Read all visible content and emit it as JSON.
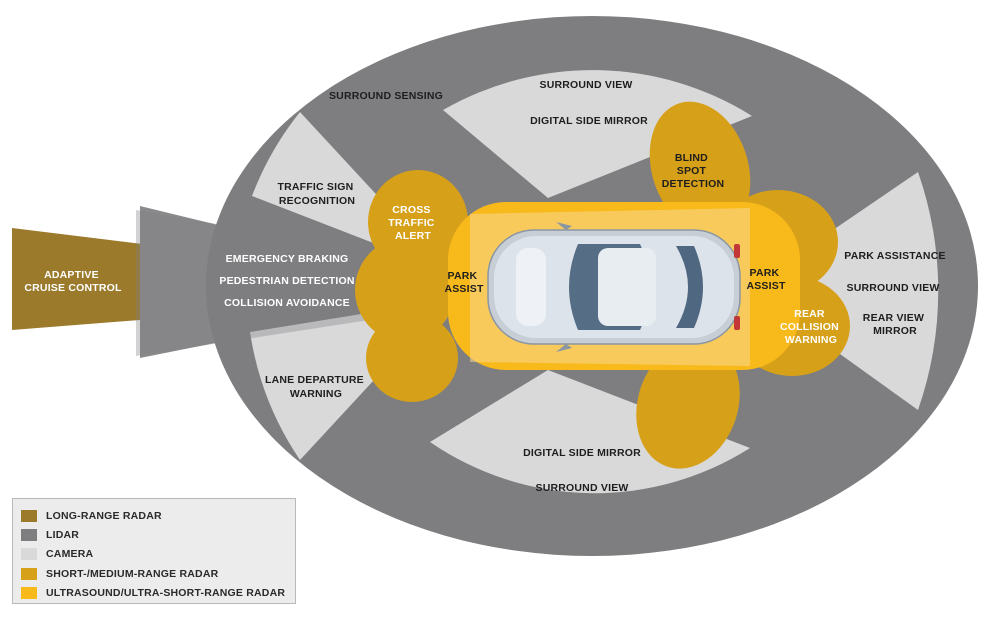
{
  "colors": {
    "long_range_radar": "#9c7a2c",
    "lidar": "#7e7e80",
    "camera": "#d9d9da",
    "short_medium_range_radar": "#d7a019",
    "ultrasound_ultra_short_range_radar": "#f8b91b"
  },
  "labels": {
    "surround_sensing": "SURROUND SENSING",
    "surround_view_top": "SURROUND VIEW",
    "digital_side_mirror_top": "DIGITAL SIDE MIRROR",
    "blind_spot_detection": [
      "BLIND",
      "SPOT",
      "DETECTION"
    ],
    "traffic_sign_recognition": [
      "TRAFFIC SIGN",
      "RECOGNITION"
    ],
    "cross_traffic_alert": [
      "CROSS",
      "TRAFFIC",
      "ALERT"
    ],
    "adaptive_cruise_control": [
      "ADAPTIVE",
      "CRUISE CONTROL"
    ],
    "emergency_braking": "EMERGENCY BRAKING",
    "pedestrian_detection": "PEDESTRIAN DETECTION",
    "collision_avoidance": "COLLISION AVOIDANCE",
    "park_assist_front": [
      "PARK",
      "ASSIST"
    ],
    "park_assist_rear": [
      "PARK",
      "ASSIST"
    ],
    "park_assistance": "PARK ASSISTANCE",
    "surround_view_right": "SURROUND VIEW",
    "rear_view_mirror": [
      "REAR VIEW",
      "MIRROR"
    ],
    "rear_collision_warning": [
      "REAR",
      "COLLISION",
      "WARNING"
    ],
    "lane_departure_warning": [
      "LANE DEPARTURE",
      "WARNING"
    ],
    "digital_side_mirror_bottom": "DIGITAL SIDE MIRROR",
    "surround_view_bottom": "SURROUND VIEW"
  },
  "legend": [
    {
      "label": "LONG-RANGE RADAR",
      "color_key": "long_range_radar"
    },
    {
      "label": "LIDAR",
      "color_key": "lidar"
    },
    {
      "label": "CAMERA",
      "color_key": "camera"
    },
    {
      "label": "SHORT-/MEDIUM-RANGE RADAR",
      "color_key": "short_medium_range_radar"
    },
    {
      "label": "ULTRASOUND/ULTRA-SHORT-RANGE RADAR",
      "color_key": "ultrasound_ultra_short_range_radar"
    }
  ]
}
